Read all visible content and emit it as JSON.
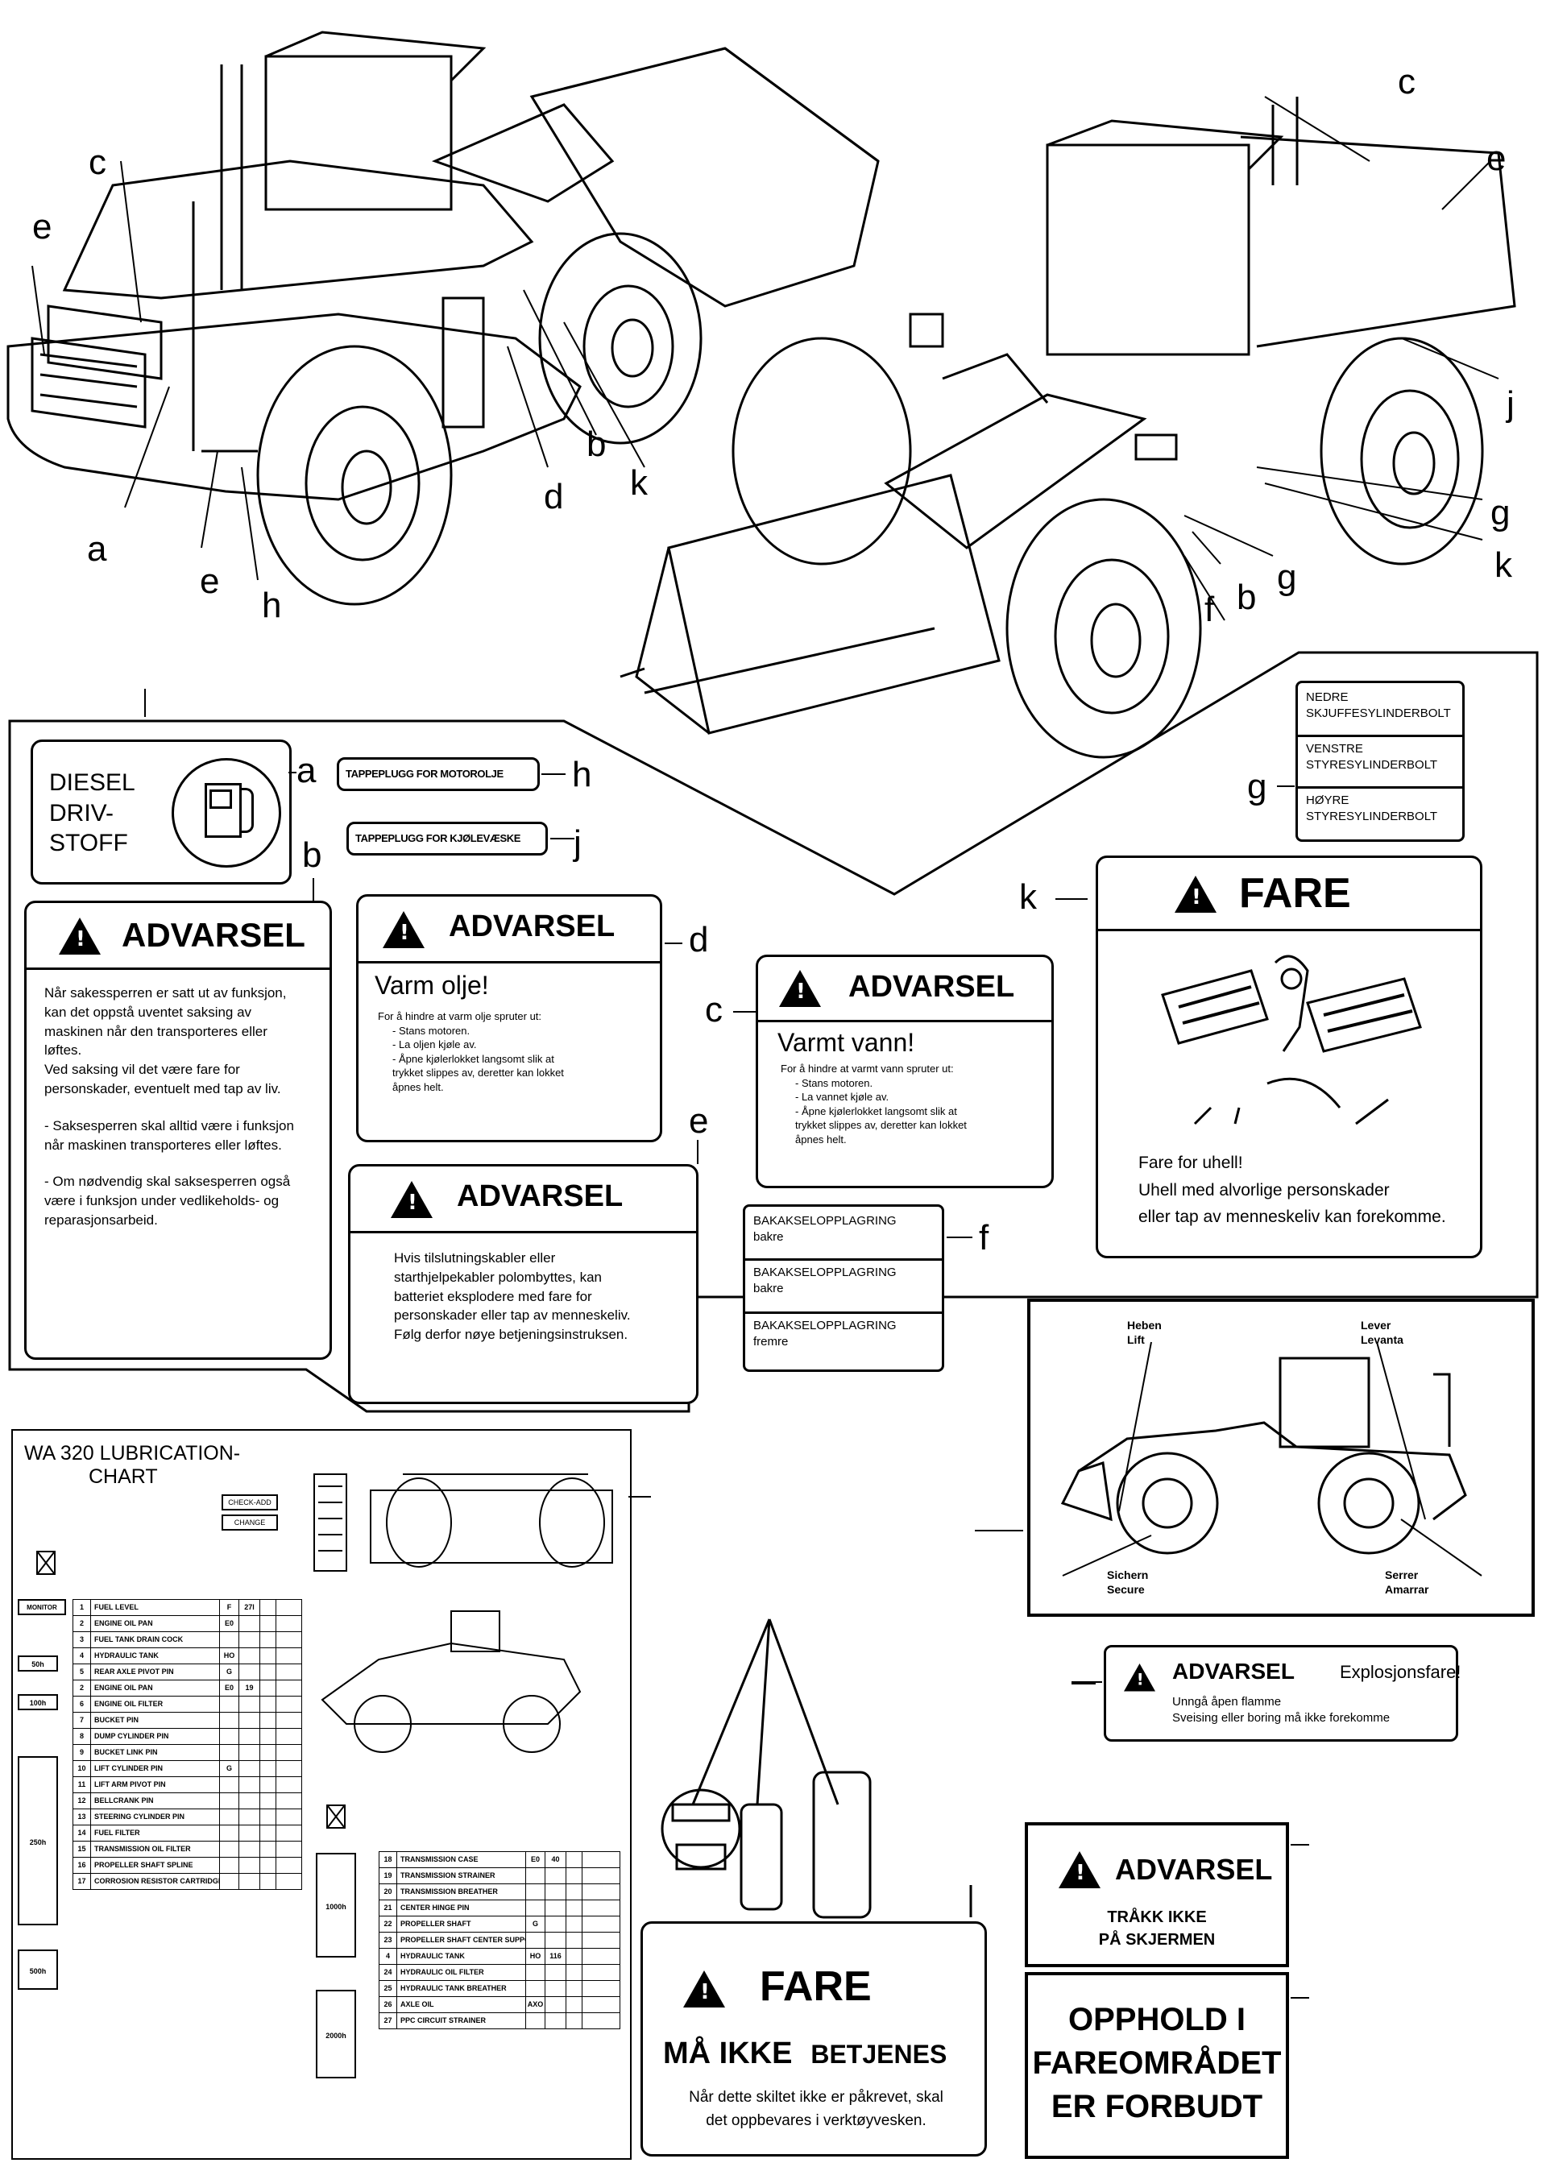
{
  "letters": {
    "c1": "c",
    "e1": "e",
    "a1": "a",
    "e2": "e",
    "h1": "h",
    "d1": "d",
    "b1": "b",
    "k1": "k",
    "c2": "c",
    "e3": "e",
    "j1": "j",
    "g1": "g",
    "k2": "k",
    "g2": "g",
    "b2": "b",
    "f1": "f",
    "a2": "a",
    "h2": "h",
    "b3": "b",
    "j2": "j",
    "d2": "d",
    "c3": "c",
    "e4": "e",
    "g3": "g",
    "k3": "k",
    "f2": "f"
  },
  "diesel": {
    "line1": "DIESEL",
    "line2": "DRIV-",
    "line3": "STOFF"
  },
  "tag_h": "TAPPEPLUGG FOR MOTOROLJE",
  "tag_j": "TAPPEPLUGG FOR KJØLEVÆSKE",
  "g_table": [
    "NEDRE\nSKJUFFESYLINDERBOLT",
    "VENSTRE\nSTYRESYLINDERBOLT",
    "HØYRE\nSTYRESYLINDERBOLT"
  ],
  "b_label": {
    "header": "ADVARSEL",
    "p1": "Når sakessperren er satt ut av funksjon, kan det oppstå uventet saksing av maskinen når den transporteres eller løftes.",
    "p2": "Ved saksing vil det være fare for personskader, eventuelt med tap av liv.",
    "p3": "- Saksesperren skal alltid være i funksjon når maskinen transporteres eller løftes.",
    "p4": "- Om nødvendig skal saksesperren også være i funksjon under vedlikeholds- og reparasjonsarbeid."
  },
  "d_label": {
    "header": "ADVARSEL",
    "title": "Varm olje!",
    "l1": "For å hindre at varm olje spruter ut:",
    "l2": "- Stans motoren.",
    "l3": "- La oljen kjøle av.",
    "l4": "- Åpne kjølerlokket langsomt slik at trykket slippes av, deretter kan lokket åpnes helt."
  },
  "c_label": {
    "header": "ADVARSEL",
    "title": "Varmt vann!",
    "l1": "For å hindre at varmt vann spruter ut:",
    "l2": "- Stans motoren.",
    "l3": "- La vannet kjøle av.",
    "l4": "- Åpne kjølerlokket langsomt slik at trykket slippes av, deretter kan lokket åpnes helt."
  },
  "e_label": {
    "header": "ADVARSEL",
    "text": "Hvis tilslutningskabler eller starthjelpekabler polombyttes, kan batteriet eksplodere med fare for personskader eller tap av menneskeliv. Følg derfor nøye betjeningsinstruksen."
  },
  "k_label": {
    "header": "FARE",
    "l1": "Fare for uhell!",
    "l2": "Uhell med alvorlige personskader",
    "l3": "eller tap av menneskeliv kan forekomme."
  },
  "f_table": [
    {
      "t": "BAKAKSELOPPLAGRING",
      "s": "bakre"
    },
    {
      "t": "BAKAKSELOPPLAGRING",
      "s": "bakre"
    },
    {
      "t": "BAKAKSELOPPLAGRING",
      "s": "fremre"
    }
  ],
  "lift_label": {
    "heben": "Heben",
    "lift": "Lift",
    "lever": "Lever",
    "levanta": "Levanta",
    "sichern": "Sichern",
    "secure": "Secure",
    "serrer": "Serrer",
    "amarrar": "Amarrar"
  },
  "explosion": {
    "header": "ADVARSEL",
    "right": "Explosjonsfare!",
    "l1": "Unngå åpen flamme",
    "l2": "Sveising eller boring må ikke forekomme"
  },
  "fare2": {
    "header": "FARE",
    "l1a": "MÅ IKKE",
    "l1b": "BETJENES",
    "l2": "Når dette skiltet ikke er påkrevet, skal",
    "l3": "det oppbevares i verktøyvesken."
  },
  "trakk": {
    "header": "ADVARSEL",
    "l1": "TRÅKK IKKE",
    "l2": "PÅ SKJERMEN"
  },
  "opphold": {
    "l1": "OPPHOLD I",
    "l2": "FAREOMRÅDET",
    "l3": "ER FORBUDT"
  },
  "lube": {
    "title1": "WA 320 LUBRICATION-",
    "title2": "CHART",
    "check": "CHECK-ADD",
    "change": "CHANGE",
    "rows1": [
      {
        "n": "1",
        "t": "FUEL LEVEL",
        "c": "F",
        "q": "27l"
      },
      {
        "n": "2",
        "t": "ENGINE OIL PAN",
        "c": "E0",
        "q": ""
      },
      {
        "n": "3",
        "t": "FUEL TANK DRAIN COCK",
        "c": "",
        "q": ""
      },
      {
        "n": "4",
        "t": "HYDRAULIC TANK",
        "c": "HO",
        "q": ""
      },
      {
        "n": "5",
        "t": "REAR AXLE PIVOT PIN",
        "c": "G",
        "q": ""
      },
      {
        "n": "2",
        "t": "ENGINE OIL PAN",
        "c": "E0",
        "q": "19"
      },
      {
        "n": "6",
        "t": "ENGINE OIL FILTER",
        "c": "",
        "q": ""
      },
      {
        "n": "7",
        "t": "BUCKET PIN",
        "c": "",
        "q": ""
      },
      {
        "n": "8",
        "t": "DUMP CYLINDER PIN",
        "c": "",
        "q": ""
      },
      {
        "n": "9",
        "t": "BUCKET LINK PIN",
        "c": "",
        "q": ""
      },
      {
        "n": "10",
        "t": "LIFT CYLINDER PIN",
        "c": "G",
        "q": ""
      },
      {
        "n": "11",
        "t": "LIFT ARM PIVOT PIN",
        "c": "",
        "q": ""
      },
      {
        "n": "12",
        "t": "BELLCRANK PIN",
        "c": "",
        "q": ""
      },
      {
        "n": "13",
        "t": "STEERING CYLINDER PIN",
        "c": "",
        "q": ""
      },
      {
        "n": "14",
        "t": "FUEL FILTER",
        "c": "",
        "q": ""
      },
      {
        "n": "15",
        "t": "TRANSMISSION OIL FILTER",
        "c": "",
        "q": ""
      },
      {
        "n": "16",
        "t": "PROPELLER SHAFT SPLINE",
        "c": "",
        "q": ""
      },
      {
        "n": "17",
        "t": "CORROSION RESISTOR CARTRIDGE",
        "c": "",
        "q": ""
      }
    ],
    "rows2": [
      {
        "n": "18",
        "t": "TRANSMISSION CASE",
        "c": "E0",
        "q": "40"
      },
      {
        "n": "19",
        "t": "TRANSMISSION STRAINER",
        "c": "",
        "q": ""
      },
      {
        "n": "20",
        "t": "TRANSMISSION BREATHER",
        "c": "",
        "q": ""
      },
      {
        "n": "21",
        "t": "CENTER HINGE PIN",
        "c": "",
        "q": ""
      },
      {
        "n": "22",
        "t": "PROPELLER SHAFT",
        "c": "G",
        "q": ""
      },
      {
        "n": "23",
        "t": "PROPELLER SHAFT CENTER SUPPORT",
        "c": "",
        "q": ""
      },
      {
        "n": "4",
        "t": "HYDRAULIC TANK",
        "c": "HO",
        "q": "116"
      },
      {
        "n": "24",
        "t": "HYDRAULIC OIL FILTER",
        "c": "",
        "q": ""
      },
      {
        "n": "25",
        "t": "HYDRAULIC TANK BREATHER",
        "c": "",
        "q": ""
      },
      {
        "n": "26",
        "t": "AXLE OIL",
        "c": "AXO",
        "q": ""
      },
      {
        "n": "27",
        "t": "PPC CIRCUIT STRAINER",
        "c": "",
        "q": ""
      }
    ],
    "intervals": [
      "MONITOR",
      "50h",
      "100h",
      "250h",
      "500h",
      "1000h",
      "2000h"
    ]
  }
}
